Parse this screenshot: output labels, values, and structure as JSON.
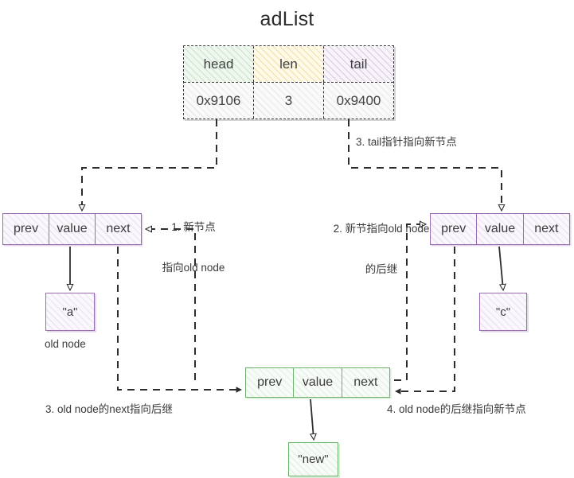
{
  "title": "adList",
  "colors": {
    "purple": "#9a6cb4",
    "green": "#6cb46c",
    "yellow": "#e2ba3c",
    "stroke": "#3b3b3b"
  },
  "adlist_table": {
    "headers": [
      "head",
      "len",
      "tail"
    ],
    "values": [
      "0x9106",
      "3",
      "0x9400"
    ]
  },
  "nodes": {
    "left": {
      "fields": [
        "prev",
        "value",
        "next"
      ],
      "value_box": "\"a\"",
      "caption": "old node"
    },
    "right": {
      "fields": [
        "prev",
        "value",
        "next"
      ],
      "value_box": "\"c\""
    },
    "new": {
      "fields": [
        "prev",
        "value",
        "next"
      ],
      "value_box": "\"new\""
    }
  },
  "annotations": {
    "step1_line1": "1. 新节点",
    "step1_line2": "指向old node",
    "step2_line1": "2. 新节指向old node",
    "step2_line2": "的后继",
    "step3_tail": "3. tail指针指向新节点",
    "step3_next": "3. old node的next指向后继",
    "step4": "4. old node的后继指向新节点"
  }
}
